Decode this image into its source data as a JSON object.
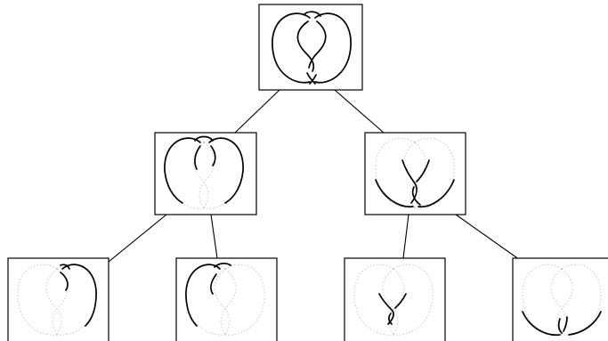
{
  "diagram": {
    "type": "knot-state-tree",
    "nodes": [
      "root",
      "left",
      "right",
      "left-left",
      "left-right",
      "right-left",
      "right-right"
    ],
    "edges": [
      [
        "root",
        "left"
      ],
      [
        "root",
        "right"
      ],
      [
        "left",
        "left-left"
      ],
      [
        "left",
        "left-right"
      ],
      [
        "right",
        "right-left"
      ],
      [
        "right",
        "right-right"
      ]
    ],
    "stroke_color": "#000000",
    "ghost_color": "#c8c8c8",
    "background": "#ffffff"
  }
}
